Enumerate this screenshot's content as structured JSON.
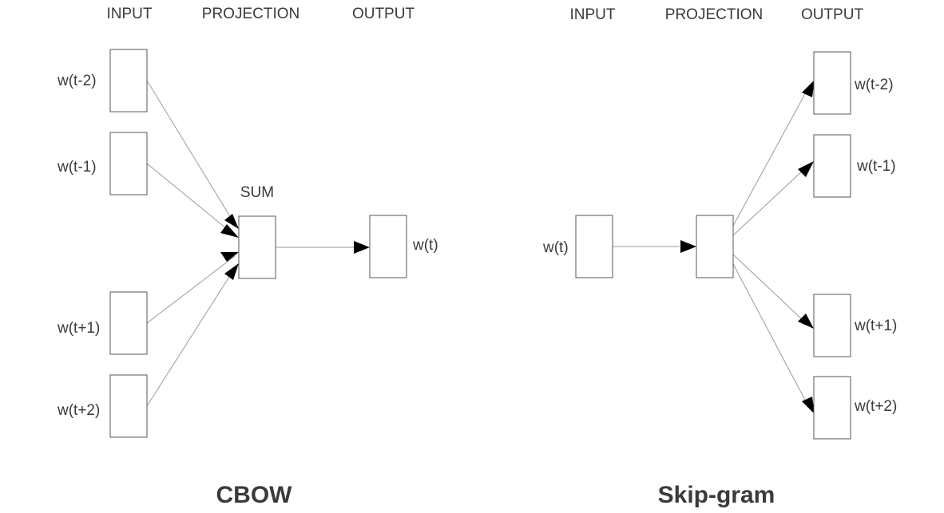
{
  "cbow": {
    "headers": {
      "input": "INPUT",
      "projection": "PROJECTION",
      "output": "OUTPUT"
    },
    "inputs": [
      "w(t-2)",
      "w(t-1)",
      "w(t+1)",
      "w(t+2)"
    ],
    "sum_label": "SUM",
    "output": "w(t)",
    "title": "CBOW"
  },
  "skipgram": {
    "headers": {
      "input": "INPUT",
      "projection": "PROJECTION",
      "output": "OUTPUT"
    },
    "input": "w(t)",
    "outputs": [
      "w(t-2)",
      "w(t-1)",
      "w(t+1)",
      "w(t+2)"
    ],
    "title": "Skip-gram"
  },
  "colors": {
    "arrow": "#000000",
    "edge": "#9a9a9a",
    "box_stroke": "#555555",
    "text": "#3a3a3a"
  }
}
